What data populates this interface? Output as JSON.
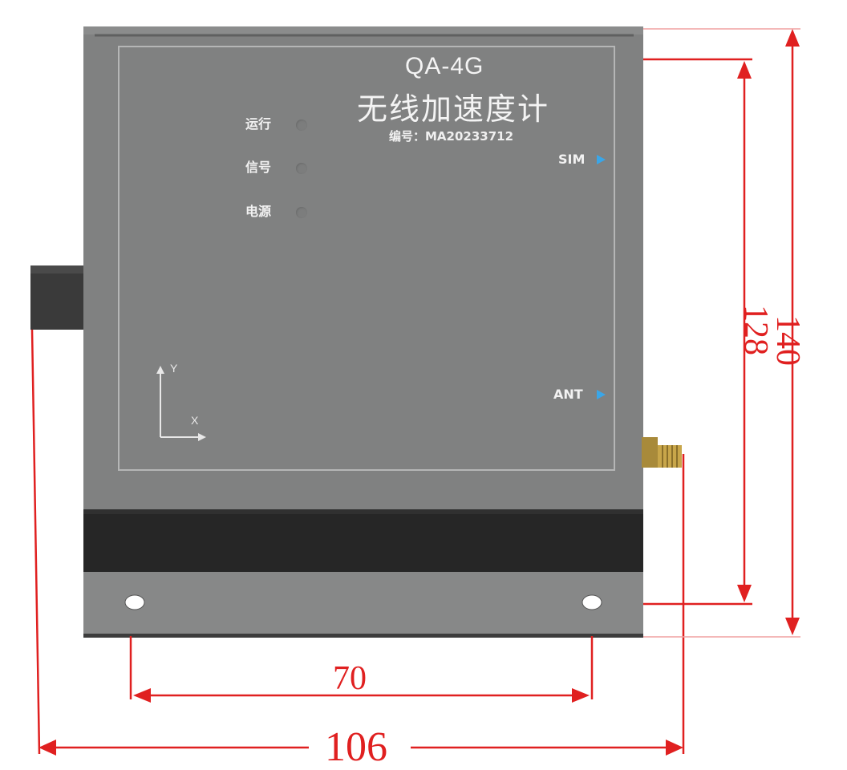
{
  "device": {
    "model": "QA-4G",
    "product_name": "无线加速度计",
    "serial_label": "编号：MA20233712"
  },
  "indicators": [
    {
      "label": "运行"
    },
    {
      "label": "信号"
    },
    {
      "label": "电源"
    }
  ],
  "ports": {
    "sim": "SIM",
    "ant": "ANT"
  },
  "axes": {
    "y": "Y",
    "x": "X"
  },
  "dimensions": {
    "mount_hole_spacing": "70",
    "overall_width": "106",
    "overall_height": "140",
    "inner_height": "128"
  },
  "colors": {
    "housing": "#808181",
    "bottom_band": "#262626",
    "dimension_red": "#e02020",
    "port_arrow": "#3aa6e8"
  }
}
